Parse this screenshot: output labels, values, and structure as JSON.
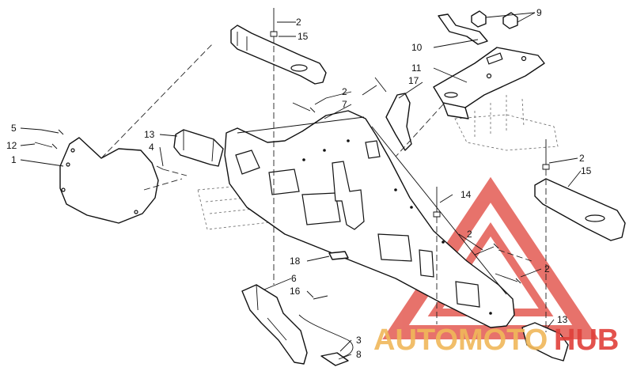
{
  "callouts": [
    {
      "id": "c2a",
      "text": "2"
    },
    {
      "id": "c15a",
      "text": "15"
    },
    {
      "id": "c9",
      "text": "9"
    },
    {
      "id": "c10",
      "text": "10"
    },
    {
      "id": "c11",
      "text": "11"
    },
    {
      "id": "c2b",
      "text": "2"
    },
    {
      "id": "c17",
      "text": "17"
    },
    {
      "id": "c7",
      "text": "7"
    },
    {
      "id": "c5",
      "text": "5"
    },
    {
      "id": "c12",
      "text": "12"
    },
    {
      "id": "c1",
      "text": "1"
    },
    {
      "id": "c13a",
      "text": "13"
    },
    {
      "id": "c4",
      "text": "4"
    },
    {
      "id": "c2c",
      "text": "2"
    },
    {
      "id": "c15b",
      "text": "15"
    },
    {
      "id": "c14",
      "text": "14"
    },
    {
      "id": "c2d",
      "text": "2"
    },
    {
      "id": "c2e",
      "text": "2"
    },
    {
      "id": "c18",
      "text": "18"
    },
    {
      "id": "c6",
      "text": "6"
    },
    {
      "id": "c16",
      "text": "16"
    },
    {
      "id": "c3",
      "text": "3"
    },
    {
      "id": "c8",
      "text": "8"
    },
    {
      "id": "c13b",
      "text": "13"
    }
  ],
  "watermark": {
    "part1": "AUTOMOTO",
    "part2": "HUB",
    "color_red": "#e0403a",
    "color_gold": "#f0b85a"
  }
}
